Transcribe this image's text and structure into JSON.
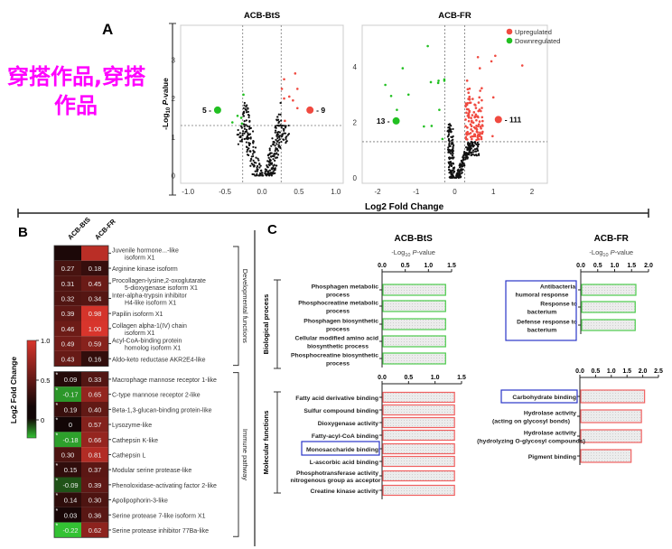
{
  "panel_labels": {
    "a": "A",
    "b": "B",
    "c": "C"
  },
  "colors": {
    "up": "#f04a40",
    "down": "#22c022",
    "neutral": "#111111",
    "highlight_box": "#2a35c8",
    "bp_border": "#4ccc4c",
    "mf_border": "#f06060",
    "heat_max": "#d8352c",
    "heat_min": "#33c233",
    "watermark": "#ff00ff"
  },
  "watermark": {
    "line1": "穿搭作品,穿搭",
    "line2": "作品"
  },
  "chart_data": [
    {
      "type": "scatter",
      "title": "ACB-BtS",
      "xlabel": "Log2 Fold Change",
      "ylabel_prefix": "-Log",
      "ylabel_sub": "10",
      "ylabel_italic": "P",
      "ylabel_suffix": "-value",
      "xlim": [
        -1.1,
        1.1
      ],
      "ylim": [
        -0.2,
        3.9
      ],
      "xticks": [
        -1.0,
        -0.5,
        0.0,
        0.5,
        1.0
      ],
      "xtick_labels": [
        "-1.0",
        "-0.5",
        "0.0",
        "0.5",
        "1.0"
      ],
      "yticks": [
        0,
        1,
        2,
        3
      ],
      "ytick_labels": [
        "0",
        "1",
        "2",
        "3"
      ],
      "fc_threshold": [
        -0.26,
        0.26
      ],
      "p_threshold": 1.3,
      "down_count": "5",
      "up_count": "9",
      "down_marker": [
        -0.6,
        1.7
      ],
      "up_marker": [
        0.65,
        1.7
      ],
      "down_points": [
        [
          -0.25,
          2.1
        ],
        [
          -0.33,
          1.55
        ],
        [
          -0.28,
          1.5
        ],
        [
          -0.4,
          1.38
        ],
        [
          -0.27,
          1.35
        ]
      ],
      "up_points": [
        [
          0.45,
          2.65
        ],
        [
          0.3,
          2.5
        ],
        [
          0.27,
          2.25
        ],
        [
          0.48,
          2.25
        ],
        [
          0.37,
          2.05
        ],
        [
          0.3,
          2.0
        ],
        [
          0.42,
          1.95
        ],
        [
          0.48,
          1.75
        ],
        [
          0.31,
          1.42
        ]
      ],
      "neutral_count": 320,
      "neutral_seed": 7,
      "neutral_spread": 0.55
    },
    {
      "type": "scatter",
      "title": "ACB-FR",
      "xlim": [
        -2.4,
        2.4
      ],
      "ylim": [
        -0.2,
        5.5
      ],
      "xticks": [
        -2,
        -1,
        0,
        1,
        2
      ],
      "xtick_labels": [
        "-2",
        "-1",
        "0",
        "1",
        "2"
      ],
      "yticks": [
        0,
        2,
        4
      ],
      "ytick_labels": [
        "0",
        "2",
        "4"
      ],
      "fc_threshold": [
        -0.26,
        0.26
      ],
      "p_threshold": 1.3,
      "down_count": "13",
      "up_count": "111",
      "down_marker": [
        -1.52,
        2.05
      ],
      "up_marker": [
        1.13,
        2.1
      ],
      "legend": [
        "Upregulated",
        "Downregulated"
      ],
      "legend_position": "top-right",
      "down_points": [
        [
          -0.7,
          4.75
        ],
        [
          -1.35,
          3.95
        ],
        [
          -1.8,
          3.35
        ],
        [
          -1.65,
          2.95
        ],
        [
          -1.2,
          3.0
        ],
        [
          -0.62,
          3.45
        ],
        [
          -0.42,
          3.5
        ],
        [
          -0.43,
          3.42
        ],
        [
          -0.27,
          3.55
        ],
        [
          -0.27,
          3.5
        ],
        [
          -1.5,
          2.45
        ],
        [
          -0.4,
          2.45
        ],
        [
          -0.8,
          1.85
        ],
        [
          -0.6,
          1.87
        ],
        [
          -0.32,
          1.4
        ]
      ],
      "up_points_extra": [
        [
          0.6,
          4.35
        ],
        [
          1.05,
          4.4
        ],
        [
          0.95,
          4.2
        ],
        [
          1.75,
          4.05
        ],
        [
          0.65,
          3.95
        ],
        [
          1.0,
          2.9
        ],
        [
          0.98,
          1.5
        ]
      ],
      "up_count_generated": 104,
      "up_seed": 11,
      "neutral_count": 300,
      "neutral_seed": 3
    },
    {
      "type": "heatmap",
      "columns": [
        "ACB-BtS",
        "ACB-FR"
      ],
      "colorbar": {
        "title": "Log2 Fold Change",
        "ticks": [
          "1.0",
          "0.5",
          "0"
        ],
        "range": [
          -0.25,
          1.0
        ]
      },
      "groups": [
        {
          "name": "Developmental functions",
          "rows": [
            {
              "label": [
                "Juvenile hormone...-like",
                "isoform X1"
              ],
              "values": [
                0.05,
                0.85
              ],
              "show": false,
              "star": false
            },
            {
              "label": [
                "Arginine kinase isoform"
              ],
              "values": [
                0.27,
                0.18
              ],
              "show": true,
              "text": [
                "0.27",
                "0.18"
              ],
              "star": false
            },
            {
              "label": [
                "Procollagen-lysine,2-oxoglutarate",
                "5-dioxygenase isoform X1"
              ],
              "values": [
                0.31,
                0.45
              ],
              "show": true,
              "text": [
                "0.31",
                "0.45"
              ],
              "star": false
            },
            {
              "label": [
                "Inter-alpha-trypsin inhibitor",
                "H4-like isoform X1"
              ],
              "values": [
                0.32,
                0.34
              ],
              "show": true,
              "text": [
                "0.32",
                "0.34"
              ],
              "star": false
            },
            {
              "label": [
                "Papilin isoform X1"
              ],
              "values": [
                0.39,
                0.98
              ],
              "show": true,
              "text": [
                "0.39",
                "0.98"
              ],
              "star": false
            },
            {
              "label": [
                "Collagen alpha-1(IV) chain",
                "isoform X1"
              ],
              "values": [
                0.46,
                1.0
              ],
              "show": true,
              "text": [
                "0.46",
                "1.00"
              ],
              "star": false
            },
            {
              "label": [
                "Acyl-CoA-binding protein",
                "homolog isoform X1"
              ],
              "values": [
                0.49,
                0.59
              ],
              "show": true,
              "text": [
                "0.49",
                "0.59"
              ],
              "star": false
            },
            {
              "label": [
                "Aldo-keto reductase AKR2E4-like"
              ],
              "values": [
                0.43,
                0.16
              ],
              "show": true,
              "text": [
                "0.43",
                "0.16"
              ],
              "star": false
            }
          ]
        },
        {
          "name": "Immune pathway",
          "rows": [
            {
              "label": [
                "Macrophage mannose receptor 1-like"
              ],
              "values": [
                0.09,
                0.33
              ],
              "show": true,
              "text": [
                "0.09",
                "0.33"
              ],
              "star": true
            },
            {
              "label": [
                "C-type mannose receptor 2-like"
              ],
              "values": [
                -0.17,
                0.65
              ],
              "show": true,
              "text": [
                "-0.17",
                "0.65"
              ],
              "star": true
            },
            {
              "label": [
                "Beta-1,3-glucan-binding protein-like"
              ],
              "values": [
                0.19,
                0.4
              ],
              "show": true,
              "text": [
                "0.19",
                "0.40"
              ],
              "star": true
            },
            {
              "label": [
                "Lysozyme-like"
              ],
              "values": [
                0,
                0.57
              ],
              "show": true,
              "text": [
                "0",
                "0.57"
              ],
              "star": true
            },
            {
              "label": [
                "Cathepsin K-like"
              ],
              "values": [
                -0.18,
                0.66
              ],
              "show": true,
              "text": [
                "-0.18",
                "0.66"
              ],
              "star": true
            },
            {
              "label": [
                "Cathepsin L"
              ],
              "values": [
                0.3,
                0.81
              ],
              "show": true,
              "text": [
                "0.30",
                "0.81"
              ],
              "star": false
            },
            {
              "label": [
                "Modular serine protease-like"
              ],
              "values": [
                0.15,
                0.37
              ],
              "show": true,
              "text": [
                "0.15",
                "0.37"
              ],
              "star": true
            },
            {
              "label": [
                "Phenoloxidase-activating factor 2-like"
              ],
              "values": [
                -0.09,
                0.39
              ],
              "show": true,
              "text": [
                "-0.09",
                "0.39"
              ],
              "star": true
            },
            {
              "label": [
                "Apolipophorin-3-like"
              ],
              "values": [
                0.14,
                0.3
              ],
              "show": true,
              "text": [
                "0.14",
                "0.30"
              ],
              "star": true
            },
            {
              "label": [
                "Serine protease 7-like isoform X1"
              ],
              "values": [
                0.03,
                0.36
              ],
              "show": true,
              "text": [
                "0.03",
                "0.36"
              ],
              "star": true
            },
            {
              "label": [
                "Serine protease inhibitor 77Ba-like"
              ],
              "values": [
                -0.22,
                0.62
              ],
              "show": true,
              "text": [
                "-0.22",
                "0.62"
              ],
              "star": true
            }
          ]
        }
      ]
    },
    {
      "type": "bar",
      "orientation": "horizontal",
      "title": "ACB-BtS",
      "xlabel_prefix": "-Log",
      "xlabel_sub": "10",
      "xlabel_italic": "P",
      "xlabel_suffix": "-value",
      "category_group": "Biological process",
      "xlim": [
        0,
        1.5
      ],
      "xticks": [
        "0.0",
        "0.5",
        "1.0",
        "1.5"
      ],
      "categories": [
        [
          "Phosphagen metabolic",
          "process"
        ],
        [
          "Phosphocreatine metabolic",
          "process"
        ],
        [
          "Phosphagen biosynthetic",
          "process"
        ],
        [
          "Cellular modified amino acid",
          "biosynthetic process"
        ],
        [
          "Phosphocreatine biosynthetic",
          "process"
        ]
      ],
      "values": [
        1.35,
        1.35,
        1.35,
        1.35,
        1.35
      ],
      "highlighted": [],
      "border": "bp"
    },
    {
      "type": "bar",
      "orientation": "horizontal",
      "title": "ACB-FR",
      "xlabel_prefix": "-Log",
      "xlabel_sub": "10",
      "xlabel_italic": "P",
      "xlabel_suffix": "-value",
      "xlim": [
        0,
        2.0
      ],
      "xticks": [
        "0.0",
        "0.5",
        "1.0",
        "1.5",
        "2.0"
      ],
      "categories": [
        [
          "Antibacterial",
          "humoral response"
        ],
        [
          "Response to",
          "bacterium"
        ],
        [
          "Defense response to",
          "bacterium"
        ]
      ],
      "values": [
        1.6,
        1.58,
        1.58
      ],
      "highlighted": [
        0,
        1,
        2
      ],
      "border": "bp"
    },
    {
      "type": "bar",
      "orientation": "horizontal",
      "category_group": "Molecular functions",
      "xlim": [
        0,
        1.5
      ],
      "xticks": [
        "0.0",
        "0.5",
        "1.0",
        "1.5"
      ],
      "categories": [
        [
          "Fatty acid derivative binding"
        ],
        [
          "Sulfur compound binding"
        ],
        [
          "Dioxygenase activity"
        ],
        [
          "Fatty-acyl-CoA binding"
        ],
        [
          "Monosaccharide binding"
        ],
        [
          "L-ascorbic acid binding"
        ],
        [
          "Phosphotransferase activity",
          "nitrogenous group as acceptor"
        ],
        [
          "Creatine kinase activity"
        ]
      ],
      "values": [
        1.35,
        1.35,
        1.35,
        1.35,
        1.35,
        1.35,
        1.35,
        1.35
      ],
      "highlighted": [
        4
      ],
      "border": "mf"
    },
    {
      "type": "bar",
      "orientation": "horizontal",
      "xlim": [
        0,
        2.5
      ],
      "xticks": [
        "0.0",
        "0.5",
        "1.0",
        "1.5",
        "2.0",
        "2.5"
      ],
      "categories": [
        [
          "Carbohydrate binding"
        ],
        [
          "Hydrolase activity",
          "(acting on glycosyl bonds)"
        ],
        [
          "Hydrolase activity",
          "(hydrolyzing O-glycosyl compounds)"
        ],
        [
          "Pigment binding"
        ]
      ],
      "values": [
        2.03,
        1.93,
        1.93,
        1.6
      ],
      "highlighted": [
        0
      ],
      "border": "mf"
    }
  ]
}
